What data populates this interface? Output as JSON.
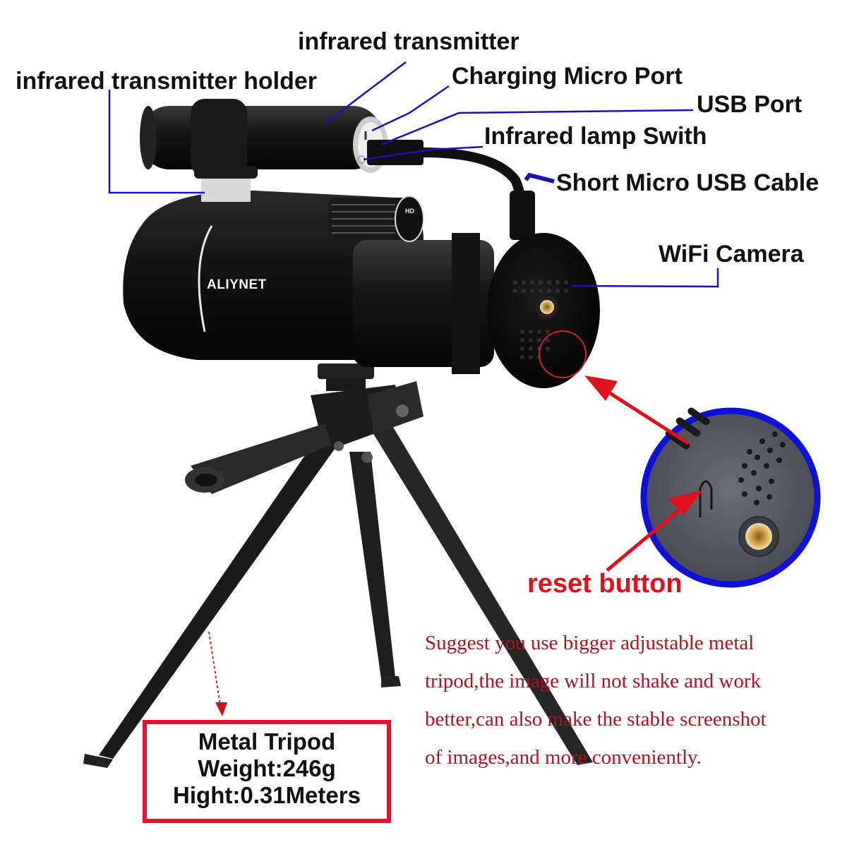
{
  "diagram": {
    "product_brand": "ALIYNET",
    "knob_text": "HD",
    "callouts": [
      {
        "id": "infrared-transmitter",
        "label": "infrared transmitter"
      },
      {
        "id": "infrared-transmitter-holder",
        "label": "infrared transmitter holder"
      },
      {
        "id": "charging-micro-port",
        "label": "Charging Micro Port"
      },
      {
        "id": "usb-port",
        "label": "USB Port"
      },
      {
        "id": "infrared-lamp-switch",
        "label": "Infrared lamp Swith"
      },
      {
        "id": "short-micro-usb-cable",
        "label": "Short Micro USB Cable"
      },
      {
        "id": "wifi-camera",
        "label": "WiFi Camera"
      },
      {
        "id": "reset-button",
        "label": "reset button"
      }
    ],
    "tripod_spec": {
      "title": "Metal Tripod",
      "weight": "Weight:246g",
      "height": "Hight:0.31Meters"
    },
    "suggestion_note": [
      "Suggest you use bigger adjustable metal",
      "tripod,the image will not shake and work",
      "better,can also make the stable screenshot",
      "of images,and more conveniently."
    ],
    "colors": {
      "leader_line": "#1a12b8",
      "reset_red": "#e0101c",
      "spec_border": "#e8102c",
      "note_text": "#b01020",
      "zoom_ring": "#1010d8"
    }
  }
}
